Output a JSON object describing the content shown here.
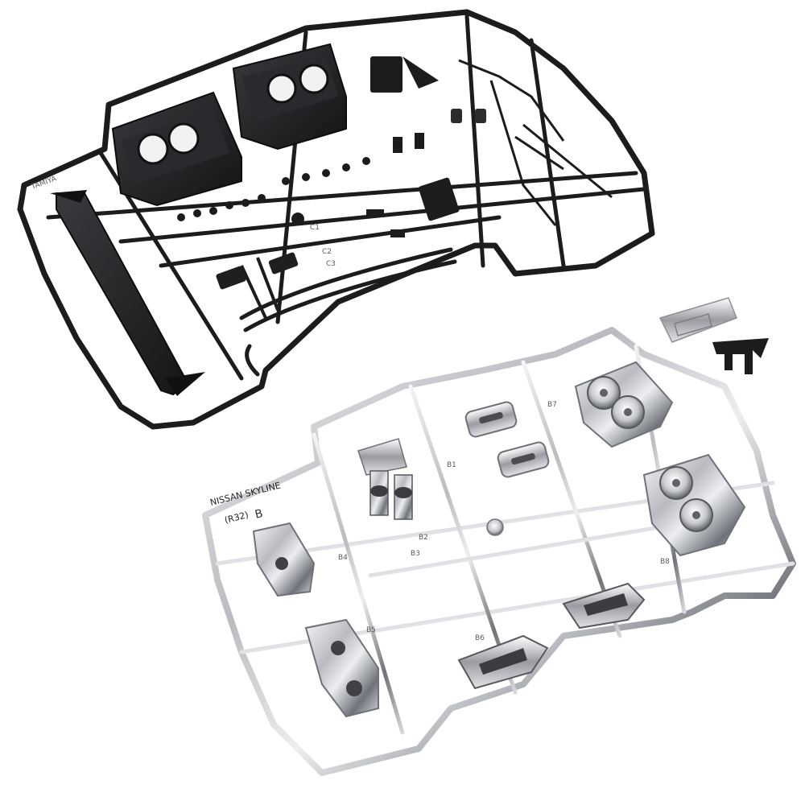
{
  "colors": {
    "black_plastic": "#1c1c1e",
    "black_plastic_hi": "#3a3a3e",
    "chrome_light": "#e9e9ec",
    "chrome_mid": "#b9bbc0",
    "chrome_dark": "#6f7278",
    "background": "#ffffff"
  },
  "black_runner": {
    "part_labels": [
      "C1",
      "C2",
      "C3"
    ],
    "stamp_text": "TAMIYA"
  },
  "chrome_runner": {
    "tag_text": "NISSAN SKYLINE",
    "tag_subtext": "(R32)",
    "tag_letter": "B",
    "part_labels": [
      "B1",
      "B2",
      "B3",
      "B4",
      "B5",
      "B6",
      "B7",
      "B8"
    ]
  }
}
